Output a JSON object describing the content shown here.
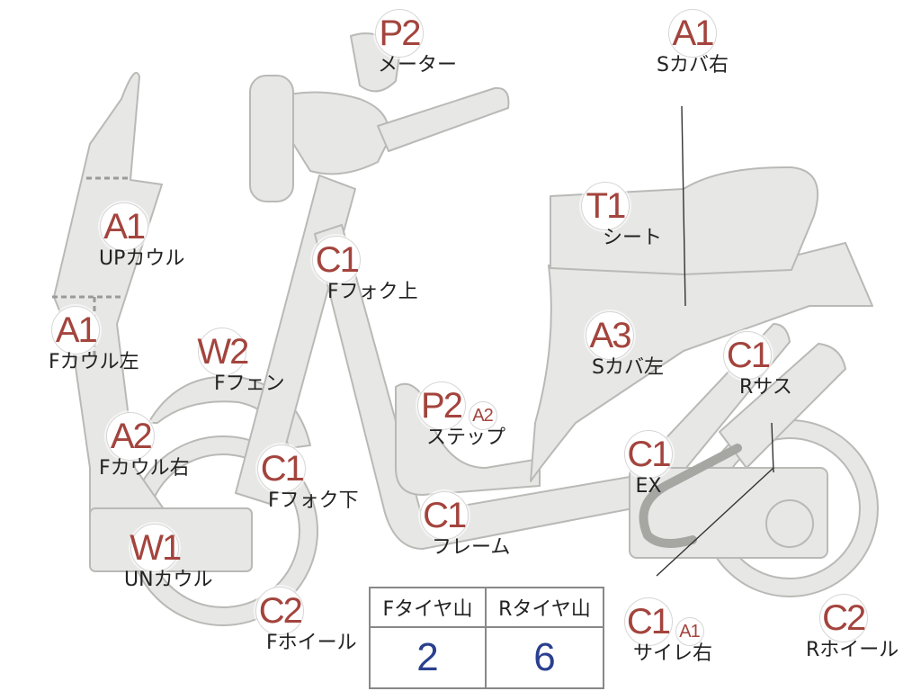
{
  "markers": [
    {
      "id": "meter",
      "code": "P2",
      "label": "メーター"
    },
    {
      "id": "s-cover-right",
      "code": "A1",
      "label": "Sカバ右"
    },
    {
      "id": "up-cowl",
      "code": "A1",
      "label": "UPカウル"
    },
    {
      "id": "f-cowl-left",
      "code": "A1",
      "label": "Fカウル左"
    },
    {
      "id": "f-cowl-right",
      "code": "A2",
      "label": "Fカウル右"
    },
    {
      "id": "un-cowl",
      "code": "W1",
      "label": "UNカウル"
    },
    {
      "id": "f-fender",
      "code": "W2",
      "label": "Fフェン"
    },
    {
      "id": "f-fork-upper",
      "code": "C1",
      "label": "Fフォク上"
    },
    {
      "id": "f-fork-lower",
      "code": "C1",
      "label": "Fフォク下"
    },
    {
      "id": "f-wheel",
      "code": "C2",
      "label": "Fホイール"
    },
    {
      "id": "seat",
      "code": "T1",
      "label": "シート"
    },
    {
      "id": "s-cover-left",
      "code": "A3",
      "label": "Sカバ左"
    },
    {
      "id": "step",
      "code": "P2",
      "extra": "A2",
      "label": "ステップ"
    },
    {
      "id": "frame",
      "code": "C1",
      "label": "フレーム"
    },
    {
      "id": "r-suspension",
      "code": "C1",
      "label": "Rサス"
    },
    {
      "id": "exhaust",
      "code": "C1",
      "label": "EX"
    },
    {
      "id": "silencer-right",
      "code": "C1",
      "extra": "A1",
      "label": "サイレ右"
    },
    {
      "id": "r-wheel",
      "code": "C2",
      "label": "Rホイール"
    }
  ],
  "tire_table": {
    "front_header": "Fタイヤ山",
    "rear_header": "Rタイヤ山",
    "front_value": "2",
    "rear_value": "6"
  },
  "colors": {
    "part_fill": "#e7e7e5",
    "part_stroke": "#b9b9b6",
    "code_text": "#a3443d",
    "value_text": "#2a3f8f"
  }
}
